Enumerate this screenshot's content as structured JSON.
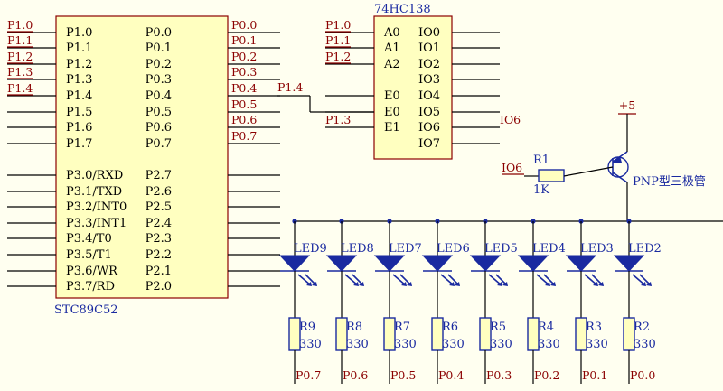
{
  "mcu": {
    "name": "STC89C52",
    "left_pins": [
      "P1.0",
      "P1.1",
      "P1.2",
      "P1.3",
      "P1.4",
      "P1.5",
      "P1.6",
      "P1.7",
      "P3.0/RXD",
      "P3.1/TXD",
      "P3.2/INT0",
      "P3.3/INT1",
      "P3.4/T0",
      "P3.5/T1",
      "P3.6/WR",
      "P3.7/RD"
    ],
    "right_pins": [
      "P0.0",
      "P0.1",
      "P0.2",
      "P0.3",
      "P0.4",
      "P0.5",
      "P0.6",
      "P0.7",
      "P2.7",
      "P2.6",
      "P2.5",
      "P2.4",
      "P2.3",
      "P2.2",
      "P2.1",
      "P2.0"
    ],
    "left_nets": [
      "P1.0",
      "P1.1",
      "P1.2",
      "P1.3",
      "P1.4"
    ],
    "right_nets": [
      "P0.0",
      "P0.1",
      "P0.2",
      "P0.3",
      "P0.4",
      "P0.5",
      "P0.6",
      "P0.7"
    ]
  },
  "decoder": {
    "name": "74HC138",
    "left_pins": [
      "A0",
      "A1",
      "A2",
      "",
      "E0",
      "E0",
      "E1",
      ""
    ],
    "right_pins": [
      "IO0",
      "IO1",
      "IO2",
      "IO3",
      "IO4",
      "IO5",
      "IO6",
      "IO7"
    ],
    "in_nets": [
      "P1.0",
      "P1.1",
      "P1.2"
    ],
    "e_net_top": "P1.4",
    "e_net_bottom": "P1.3",
    "out_net": "IO6"
  },
  "power": "+5",
  "base_resistor": {
    "net": "IO6",
    "name": "R1",
    "value": "1K"
  },
  "transistor_label": "PNP型三极管",
  "leds": [
    "LED9",
    "LED8",
    "LED7",
    "LED6",
    "LED5",
    "LED4",
    "LED3",
    "LED2"
  ],
  "resistors": [
    "R9",
    "R8",
    "R7",
    "R6",
    "R5",
    "R4",
    "R3",
    "R2"
  ],
  "resistor_value": "330",
  "bottom_nets": [
    "P0.7",
    "P0.6",
    "P0.5",
    "P0.4",
    "P0.3",
    "P0.2",
    "P0.1",
    "P0.0"
  ]
}
